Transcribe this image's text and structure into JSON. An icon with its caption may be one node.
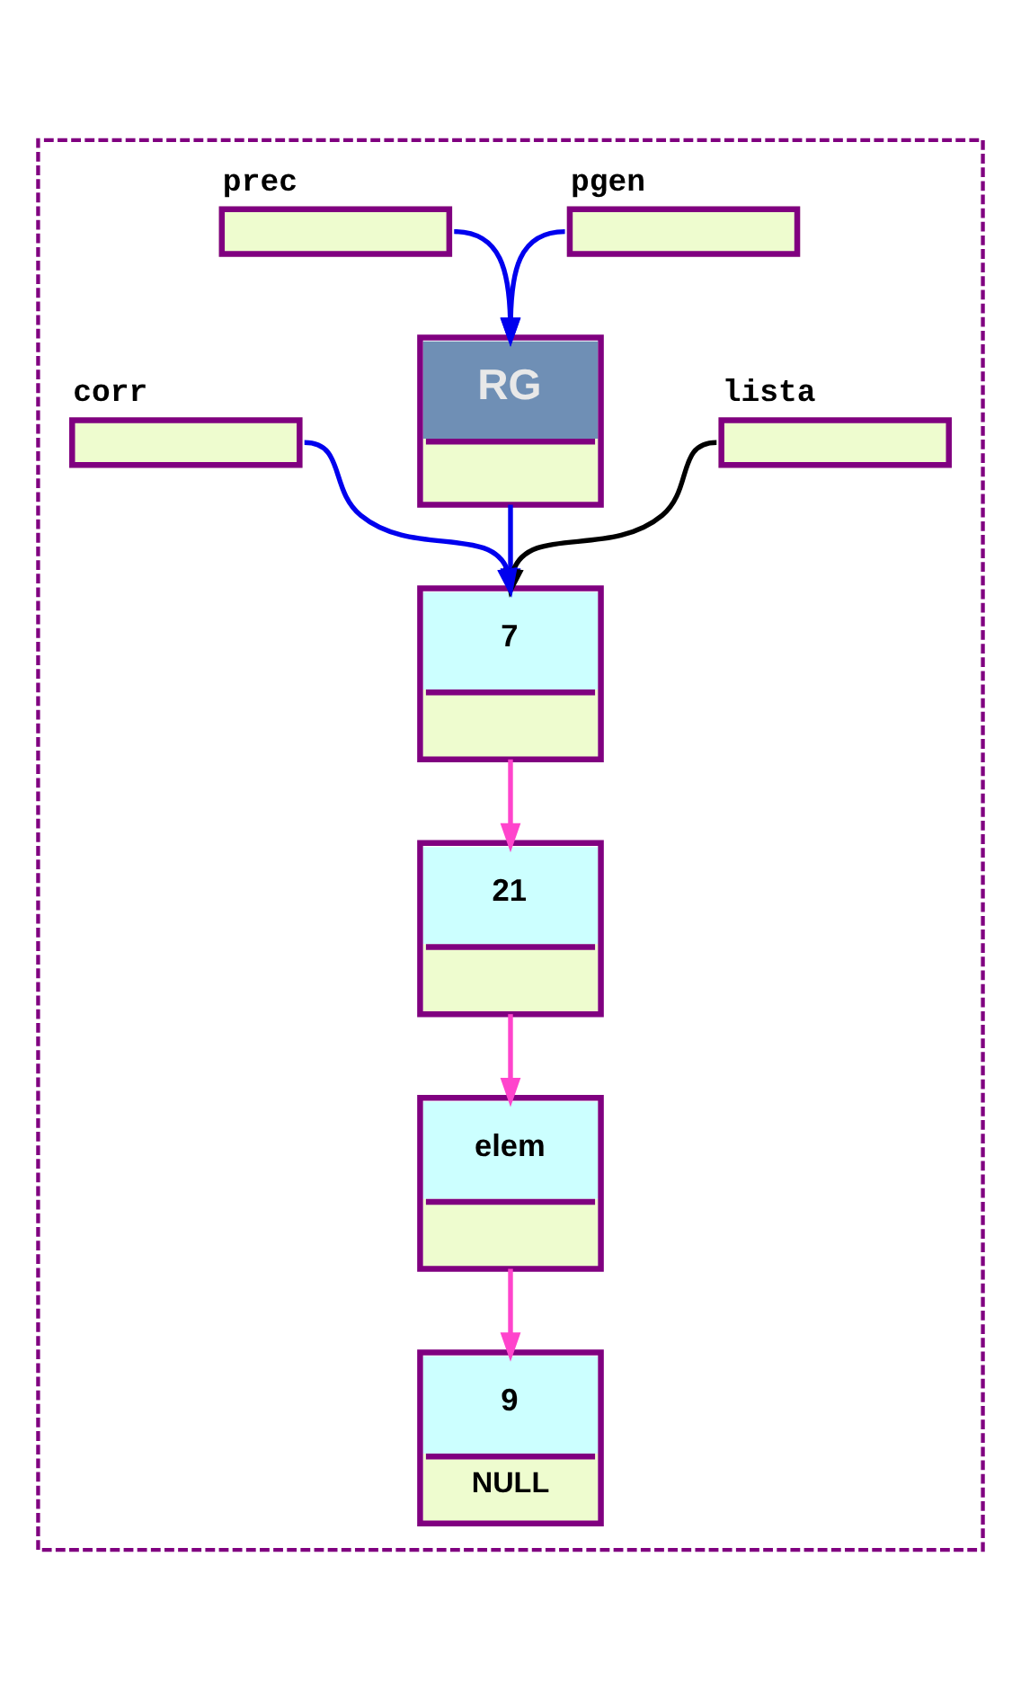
{
  "diagram": {
    "nodes": [
      {
        "text": [],
        "shape": "box"
      },
      {
        "text": [
          "RG"
        ],
        "in": 0
      },
      {
        "text": [
          "lista"
        ],
        "in": 0
      },
      {
        "text": [
          "pgen"
        ],
        "in": 0
      },
      {
        "text": [
          "prec"
        ],
        "in": 0
      },
      {
        "text": [
          "corr"
        ],
        "in": 0
      },
      {
        "text": [
          "7"
        ],
        "in": 0
      },
      {
        "text": [
          "21"
        ],
        "in": 0
      },
      {
        "text": [
          "elem"
        ],
        "in": 0
      },
      {
        "text": [
          "9",
          "NULL"
        ],
        "in": 0
      }
    ],
    "edges": [
      {
        "from": 3,
        "to": 1,
        "arrow": "to",
        "color": "#0000ee"
      },
      {
        "from": 4,
        "to": 1,
        "arrow": "to",
        "color": "#0000ee"
      },
      {
        "from": 1,
        "to": 6,
        "arrow": "to",
        "color": "#0000ee"
      },
      {
        "from": 2,
        "to": 6,
        "arrow": "to",
        "color": "#000000"
      },
      {
        "from": 5,
        "to": 6,
        "arrow": "to",
        "color": "#0000ee"
      },
      {
        "from": 6,
        "to": 7,
        "arrow": "to",
        "color": "#ff44cc"
      },
      {
        "from": 7,
        "to": 8,
        "arrow": "to",
        "color": "#ff44cc"
      },
      {
        "from": 8,
        "to": 9,
        "arrow": "to",
        "color": "#ff44cc"
      }
    ]
  }
}
